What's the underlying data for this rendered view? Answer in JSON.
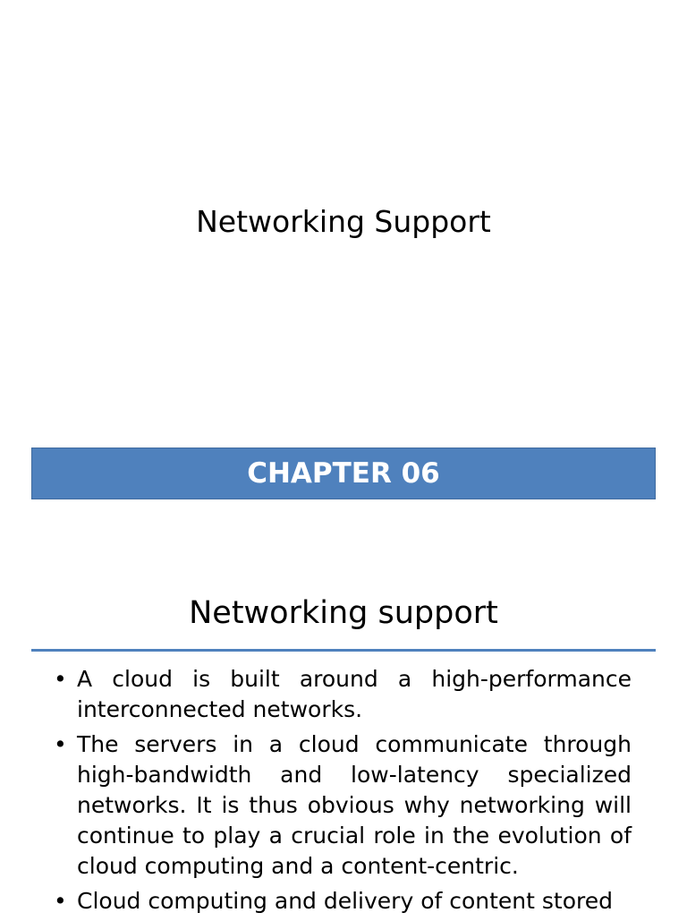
{
  "title": "Networking Support",
  "chapter": {
    "label": "CHAPTER 06",
    "color": "#4f81bd"
  },
  "section": {
    "title": "Networking support",
    "bullets": [
      "A cloud is built around a high-performance interconnected networks.",
      "The servers in a cloud communicate through high-bandwidth and low-latency specialized networks. It is thus obvious why networking will continue to play a crucial role in the evolution of cloud computing and a content-centric.",
      "Cloud computing and delivery of content stored"
    ]
  }
}
